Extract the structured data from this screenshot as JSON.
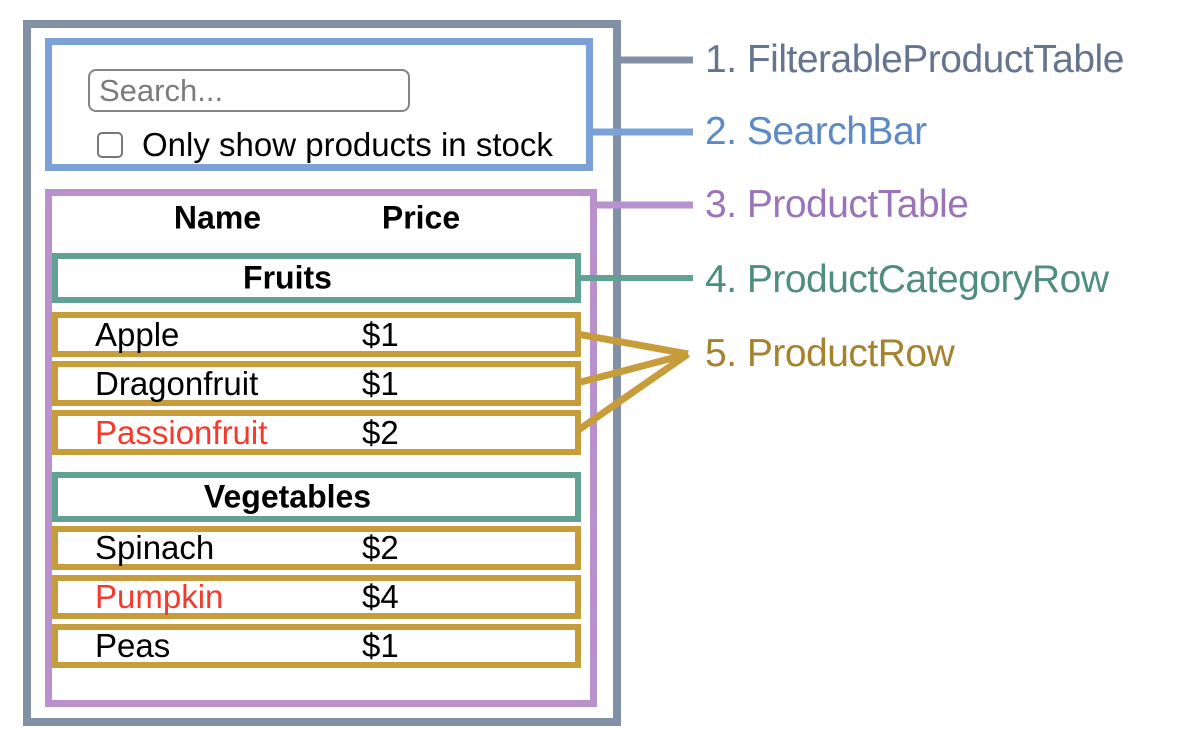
{
  "diagram": {
    "search_bar": {
      "input_placeholder": "Search...",
      "checkbox_label": "Only show products in stock",
      "checkbox_checked": false
    },
    "table": {
      "headers": {
        "name": "Name",
        "price": "Price"
      },
      "groups": [
        {
          "category": "Fruits",
          "rows": [
            {
              "name": "Apple",
              "price": "$1",
              "highlight": false
            },
            {
              "name": "Dragonfruit",
              "price": "$1",
              "highlight": false
            },
            {
              "name": "Passionfruit",
              "price": "$2",
              "highlight": true
            }
          ]
        },
        {
          "category": "Vegetables",
          "rows": [
            {
              "name": "Spinach",
              "price": "$2",
              "highlight": false
            },
            {
              "name": "Pumpkin",
              "price": "$4",
              "highlight": true
            },
            {
              "name": "Peas",
              "price": "$1",
              "highlight": false
            }
          ]
        }
      ]
    }
  },
  "legend": [
    {
      "label": "1. FilterableProductTable",
      "color": "#66758F"
    },
    {
      "label": "2. SearchBar",
      "color": "#5C8AC5"
    },
    {
      "label": "3. ProductTable",
      "color": "#9A74B8"
    },
    {
      "label": "4. ProductCategoryRow",
      "color": "#4F8D80"
    },
    {
      "label": "5. ProductRow",
      "color": "#A5832E"
    }
  ],
  "colors": {
    "frame": "#8290A6",
    "search": "#7BA1D7",
    "table": "#B991CD",
    "category": "#62A294",
    "row": "#C79D3C",
    "highlight": "#F23B2D"
  }
}
